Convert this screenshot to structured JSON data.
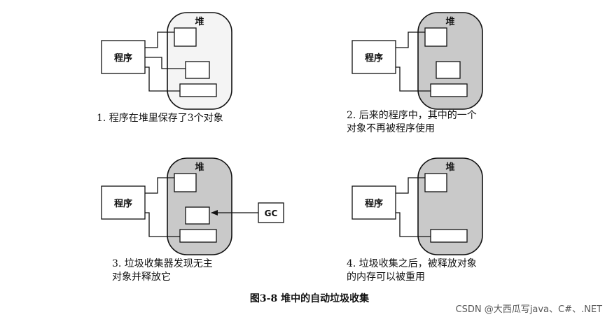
{
  "figure": {
    "title": "图3-8  堆中的自动垃圾收集",
    "heap_label": "堆",
    "program_label": "程序",
    "gc_label": "GC",
    "colors": {
      "heap_light": "#f4f4f4",
      "heap_dark": "#c9c9c9",
      "stroke": "#111111"
    },
    "panels": [
      {
        "caption": "1. 程序在堆里保存了3个对象",
        "heap_shade": "light",
        "objects_linked": [
          true,
          true,
          true
        ],
        "gc": false,
        "objects_shown": [
          true,
          true,
          true
        ]
      },
      {
        "caption": "2. 后来的程序中，其中的一个\n对象不再被程序使用",
        "heap_shade": "dark",
        "objects_linked": [
          true,
          false,
          true
        ],
        "gc": false,
        "objects_shown": [
          true,
          true,
          true
        ]
      },
      {
        "caption": "3. 垃圾收集器发现无主\n对象并释放它",
        "heap_shade": "dark",
        "objects_linked": [
          true,
          false,
          true
        ],
        "gc": true,
        "objects_shown": [
          true,
          true,
          true
        ]
      },
      {
        "caption": "4. 垃圾收集之后，被释放对象\n的内存可以被重用",
        "heap_shade": "dark",
        "objects_linked": [
          true,
          false,
          true
        ],
        "gc": false,
        "objects_shown": [
          true,
          false,
          true
        ]
      }
    ]
  },
  "watermark": "CSDN @大西瓜写java、C#、.NET"
}
